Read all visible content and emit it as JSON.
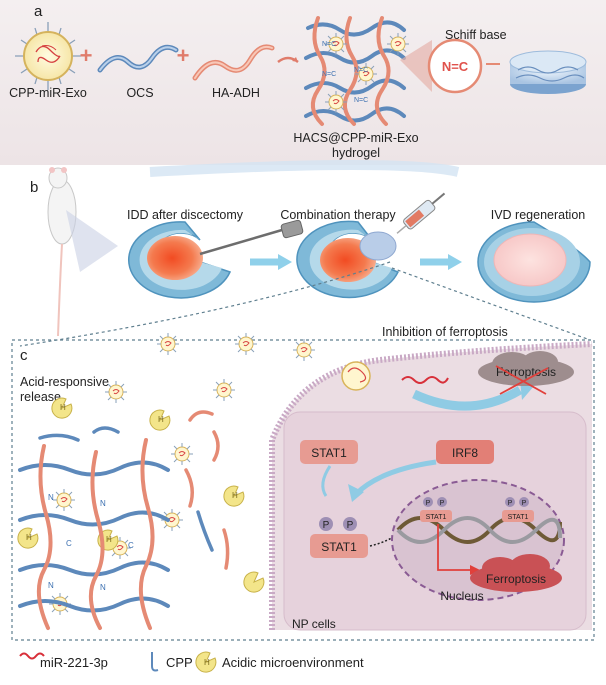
{
  "panel_a": {
    "label": "a",
    "items": [
      "CPP-miR-Exo",
      "OCS",
      "HA-ADH"
    ],
    "hydrogel_line1": "HACS@CPP-miR-Exo",
    "hydrogel_line2": "hydrogel",
    "schiff": "Schiff base",
    "bond": "N=C",
    "n": "N",
    "c": "C"
  },
  "panel_b": {
    "label": "b",
    "steps": [
      "IDD after discectomy",
      "Combination therapy",
      "IVD regeneration"
    ]
  },
  "panel_c": {
    "label": "c",
    "inhibition": "Inhibition of ferroptosis",
    "release_line1": "Acid-responsive",
    "release_line2": "release",
    "h": "H",
    "stat1": "STAT1",
    "irf8": "IRF8",
    "p": "P",
    "nucleus": "Nucleus",
    "ferroptosis": "Ferroptosis",
    "np_cells": "NP cells"
  },
  "legend": [
    "miR-221-3p",
    "CPP",
    "Acidic microenvironment"
  ],
  "colors": {
    "band_a": "#f1ebec",
    "blue_strand": "#6b95c2",
    "pink_strand": "#e9907a",
    "cell_fill": "#ebdde3",
    "membrane": "#c9a9c5",
    "label_red": "#e06a68",
    "cloud": "#c95155"
  }
}
